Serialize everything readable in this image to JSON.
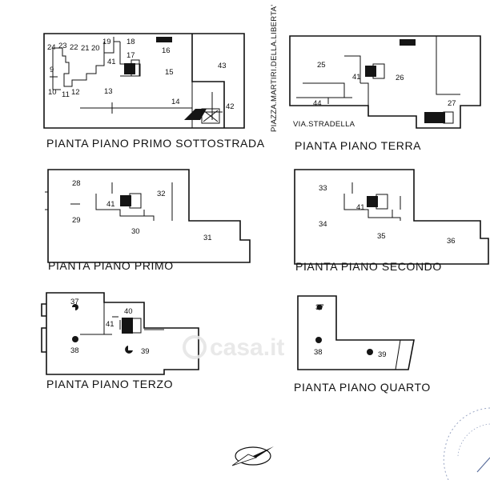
{
  "plans": {
    "sottostrada": {
      "title": "PIANTA PIANO PRIMO SOTTOSTRADA",
      "labels": [
        "24",
        "23",
        "22",
        "21",
        "20",
        "19",
        "18",
        "17",
        "16",
        "9",
        "41",
        "15",
        "43",
        "10",
        "11",
        "12",
        "13",
        "14",
        "42"
      ]
    },
    "terra": {
      "title": "PIANTA PIANO TERRA",
      "labels": [
        "25",
        "41",
        "26",
        "44",
        "27"
      ]
    },
    "primo": {
      "title": "PIANTA PIANO PRIMO",
      "labels": [
        "28",
        "32",
        "41",
        "29",
        "30",
        "31"
      ]
    },
    "secondo": {
      "title": "PIANTA PIANO SECONDO",
      "labels": [
        "33",
        "41",
        "34",
        "35",
        "36"
      ]
    },
    "terzo": {
      "title": "PIANTA PIANO TERZO",
      "labels": [
        "37",
        "40",
        "41",
        "38",
        "39"
      ]
    },
    "quarto": {
      "title": "PIANTA PIANO QUARTO",
      "labels": [
        "37",
        "38",
        "39"
      ]
    }
  },
  "streets": {
    "piazza": "PIAZZA.MARTIRI.DELLA.LIBERTA'",
    "stradella": "VIA.STRADELLA"
  },
  "watermark": "casa.it",
  "icons": [
    "north-arrow-icon"
  ]
}
